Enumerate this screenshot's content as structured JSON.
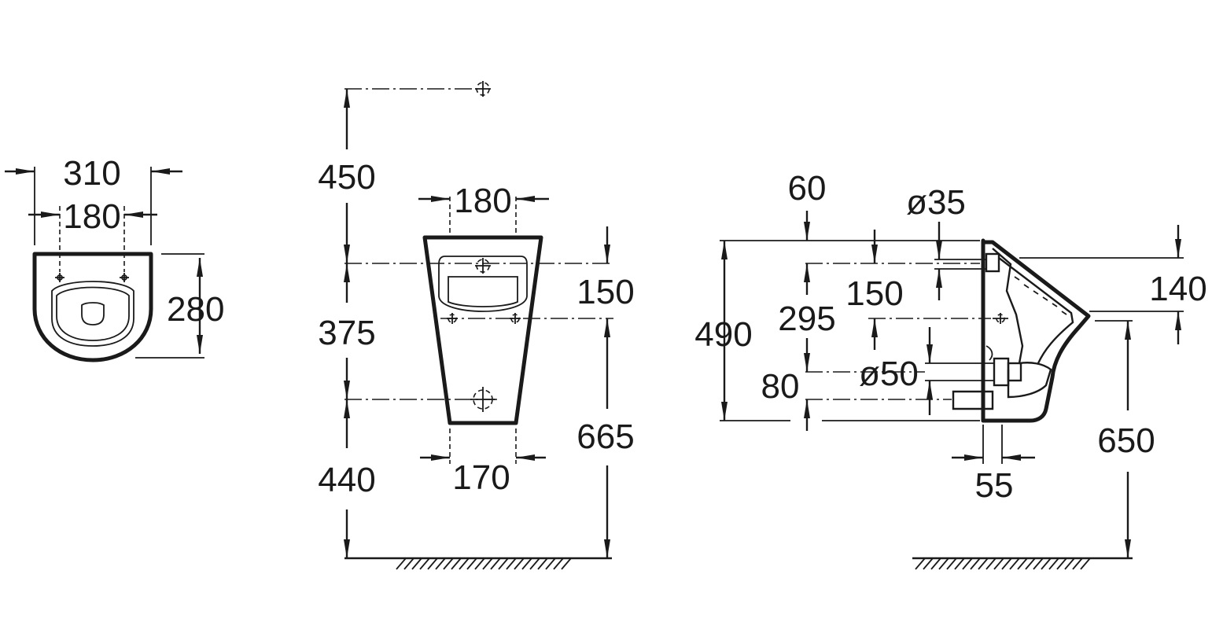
{
  "top_view": {
    "width_overall": "310",
    "width_fixings": "180",
    "depth": "280"
  },
  "front_view": {
    "height_upper_fixing": "450",
    "width_fixings_top": "180",
    "offset_150": "150",
    "spacing_375": "375",
    "height_665": "665",
    "height_440": "440",
    "width_bottom": "170"
  },
  "side_view": {
    "offset_60": "60",
    "inlet_diameter": "ø35",
    "height_490": "490",
    "offset_295": "295",
    "offset_150": "150",
    "outlet_diameter": "ø50",
    "offset_80": "80",
    "depth_140": "140",
    "height_650": "650",
    "offset_55": "55"
  }
}
